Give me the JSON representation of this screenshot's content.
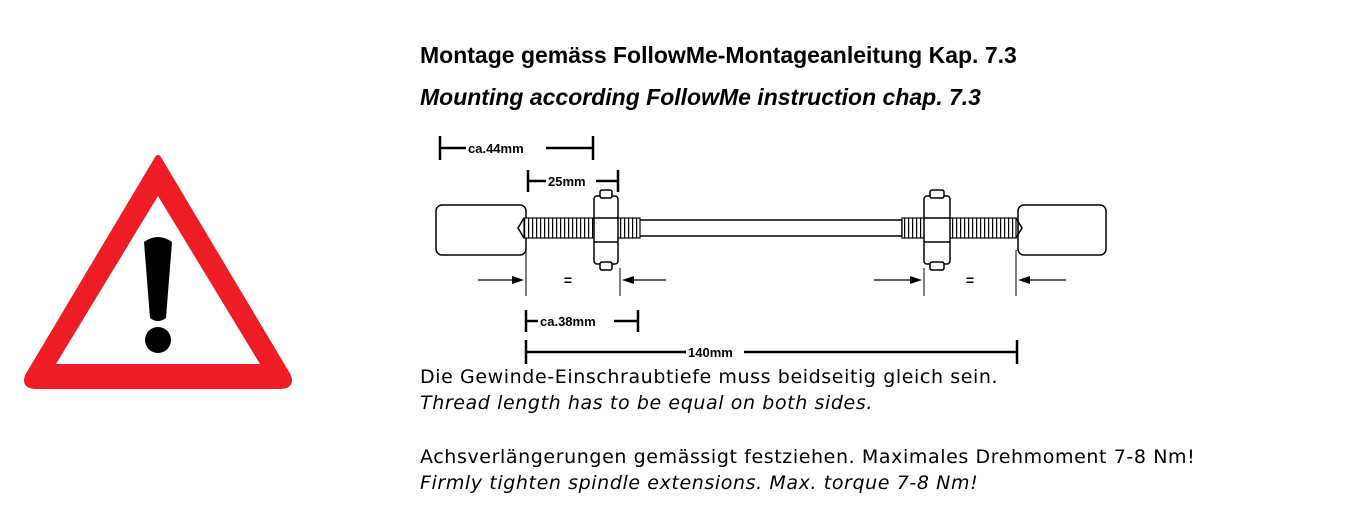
{
  "heading": {
    "german": "Montage gemäss FollowMe-Montageanleitung Kap. 7.3",
    "english": "Mounting according FollowMe instruction chap. 7.3"
  },
  "icons": {
    "warning": "warning-triangle-icon"
  },
  "colors": {
    "warning_red": "#ee1c25",
    "ink": "#000000"
  },
  "dimensions": {
    "overall_insert": "ca.44mm",
    "thread_nut": "25mm",
    "thread_depth": "ca.38mm",
    "total_length": "140mm",
    "equal_left": "=",
    "equal_right": "="
  },
  "notes": {
    "line1_de": "Die Gewinde-Einschraubtiefe muss beidseitig gleich sein.",
    "line1_en": "Thread length has to be equal on both sides.",
    "line2_de": "Achsverlängerungen gemässigt festziehen. Maximales Drehmoment 7-8 Nm!",
    "line2_en": "Firmly tighten spindle extensions. Max. torque 7-8 Nm!"
  }
}
